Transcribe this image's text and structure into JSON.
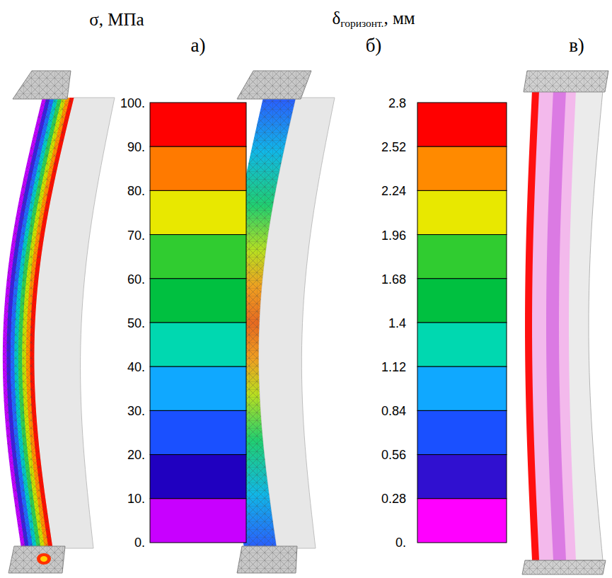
{
  "diagram": {
    "labels": [
      "σ, МПа",
      "δгоризонт., мм",
      "а)",
      "б)",
      "в)",
      "100.",
      "90.",
      "80.",
      "70.",
      "60.",
      "50.",
      "40.",
      "30.",
      "20.",
      "10.",
      "0.",
      "2.8",
      "2.52",
      "2.24",
      "1.96",
      "1.68",
      "1.4",
      "1.12",
      "0.84",
      "0.56",
      "0.28",
      "0."
    ]
  }
}
